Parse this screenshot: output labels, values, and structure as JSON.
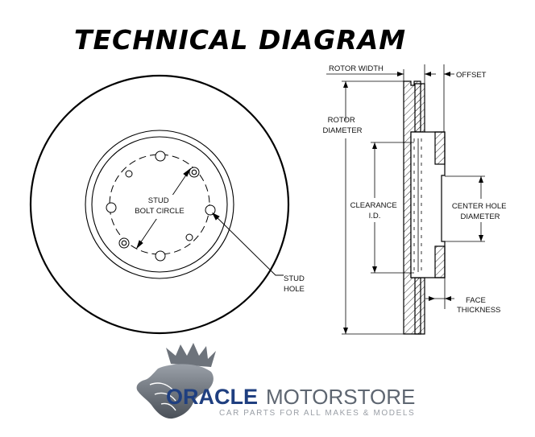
{
  "title": "TECHNICAL DIAGRAM",
  "front_view": {
    "stud_bolt_circle": [
      "STUD",
      "BOLT CIRCLE"
    ],
    "stud_hole": [
      "STUD",
      "HOLE"
    ]
  },
  "side_view": {
    "rotor_width": "ROTOR WIDTH",
    "offset": "OFFSET",
    "rotor_diameter": [
      "ROTOR",
      "DIAMETER"
    ],
    "clearance_id": [
      "CLEARANCE",
      "I.D."
    ],
    "center_hole_diameter": [
      "CENTER HOLE",
      "DIAMETER"
    ],
    "face_thickness": [
      "FACE",
      "THICKNESS"
    ]
  },
  "brand": {
    "name_bold": "ORACLE",
    "name_light": "MOTORSTORE",
    "tagline": "CAR PARTS FOR ALL MAKES & MODELS",
    "colors": {
      "bold": "#1f3f80",
      "light": "#5e6671",
      "tagline": "#9a9fa6"
    }
  }
}
